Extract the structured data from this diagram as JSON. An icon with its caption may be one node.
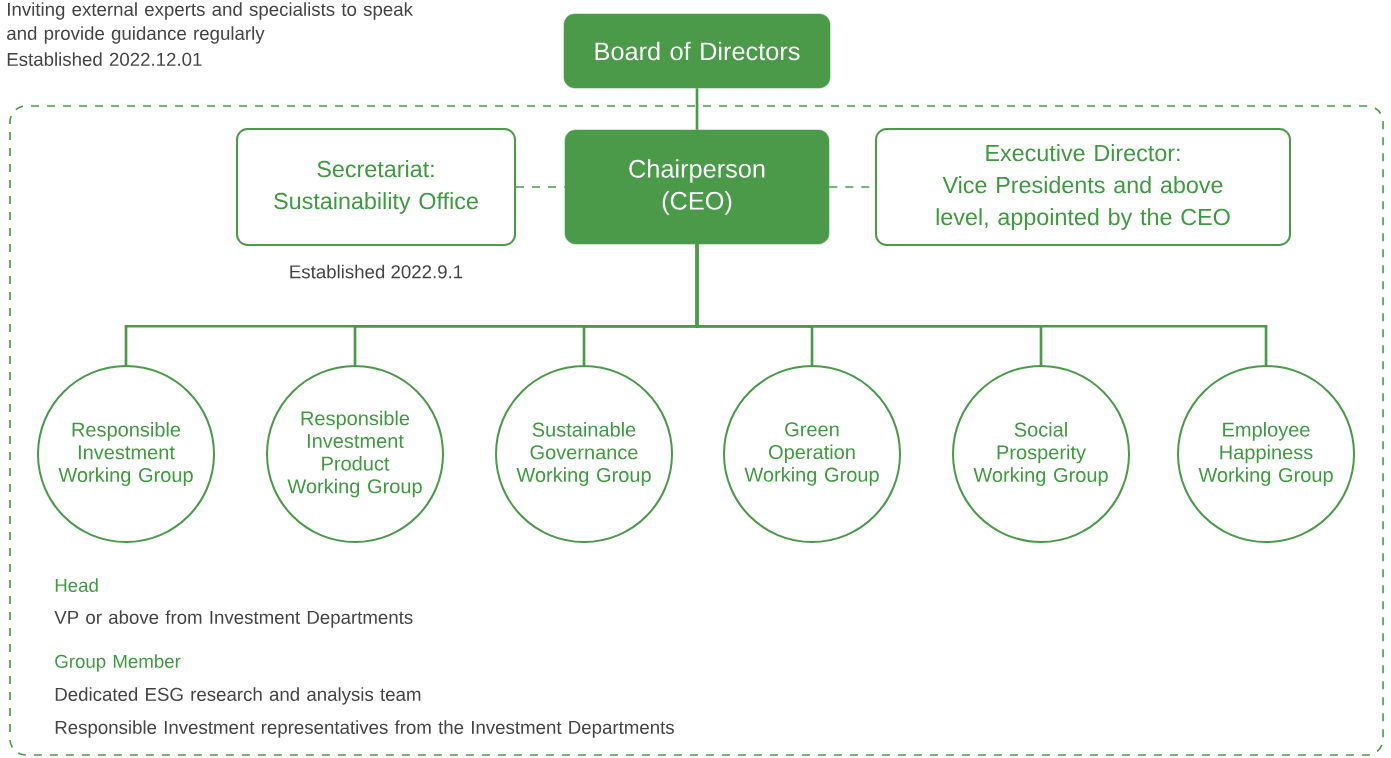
{
  "diagram": {
    "nodes": [
      {
        "text": [
          "Board of Directors"
        ]
      },
      {
        "text": [],
        "shape": "box"
      },
      {
        "text": [
          "Secretariat: Sustainability Office"
        ],
        "beside": [
          "Established 2022.9.1"
        ],
        "in": 1
      },
      {
        "text": [
          "Chairperson (CEO)"
        ],
        "in": 1
      },
      {
        "text": [
          "Executive Director:",
          "Vice Presidents and above level, appointed by the CEO"
        ],
        "in": 1
      },
      {
        "text": [
          "Responsible Investment Working Group"
        ],
        "in": 1
      },
      {
        "text": [
          "Responsible Investment Product Working Group"
        ],
        "in": 1
      },
      {
        "text": [
          "Sustainable Governance Working Group"
        ],
        "in": 1
      },
      {
        "text": [
          "Green Operation Working Group"
        ],
        "in": 1
      },
      {
        "text": [
          "Social Prosperity Working Group"
        ],
        "in": 1
      },
      {
        "text": [
          "Employee Happiness Working Group"
        ],
        "in": 1
      }
    ],
    "edges": [
      {
        "from": 0,
        "to": 3,
        "arrow": "none"
      },
      {
        "from": 2,
        "to": 3,
        "arrow": "none",
        "style": "dashed"
      },
      {
        "from": 3,
        "to": 4,
        "arrow": "none",
        "style": "dashed"
      },
      {
        "from": 3,
        "to": 5,
        "arrow": "none"
      },
      {
        "from": 3,
        "to": 6,
        "arrow": "none"
      },
      {
        "from": 3,
        "to": 7,
        "arrow": "none"
      },
      {
        "from": 3,
        "to": 8,
        "arrow": "none"
      },
      {
        "from": 3,
        "to": 9,
        "arrow": "none"
      },
      {
        "from": 3,
        "to": 10,
        "arrow": "none"
      }
    ],
    "labels": [
      "Inviting external experts and specialists to speak and provide guidance regularly",
      "Established 2022.12.01",
      "Head",
      "VP or above from Investment Departments",
      "Group Member",
      "Dedicated ESG research and analysis team",
      "Responsible Investment representatives from the Investment Departments"
    ]
  }
}
